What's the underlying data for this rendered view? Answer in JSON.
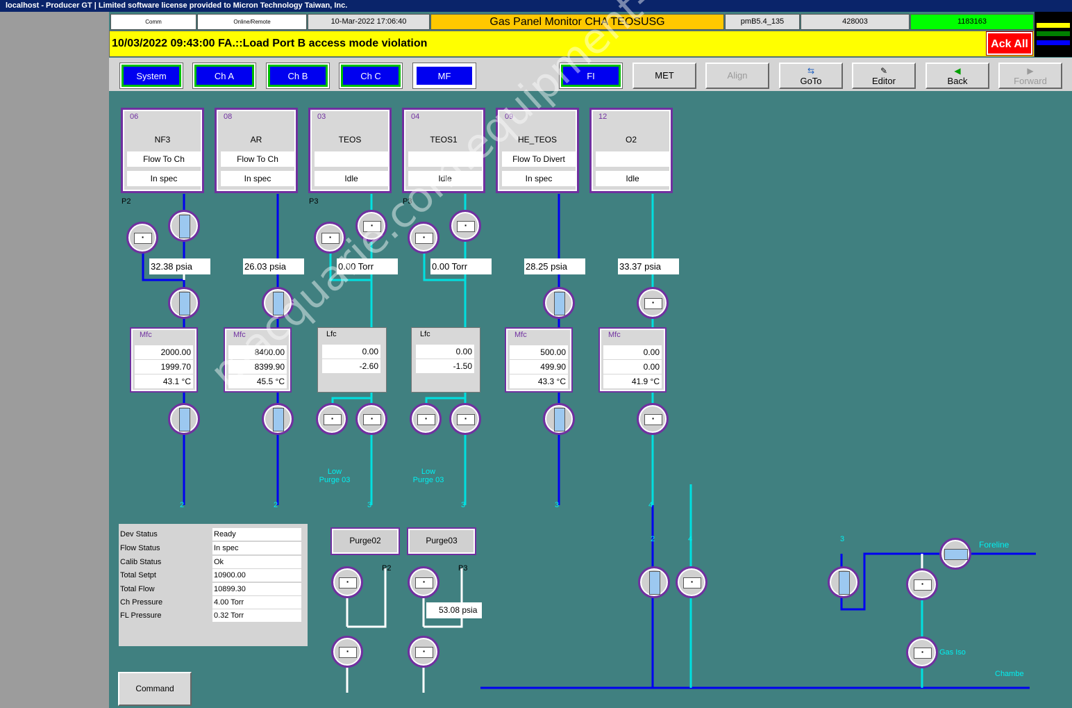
{
  "window": {
    "title": "localhost - Producer GT | Limited software license provided to Micron Technology Taiwan, Inc."
  },
  "header": {
    "comm": "Comm",
    "mode": "Online/Remote",
    "datetime": "10-Mar-2022 17:06:40",
    "title": "Gas Panel Monitor  CHA TEOSUSG",
    "module": "pmB5.4_135",
    "id1": "428003",
    "id2": "1183163"
  },
  "alarm": {
    "text": "10/03/2022 09:43:00 FA.::Load Port B access mode violation",
    "ack_label": "Ack All"
  },
  "nav": {
    "system": "System",
    "cha": "Ch A",
    "chb": "Ch B",
    "chc": "Ch C",
    "mf": "MF",
    "fi": "FI",
    "met": "MET",
    "align": "Align",
    "goto": "GoTo",
    "editor": "Editor",
    "back": "Back",
    "forward": "Forward"
  },
  "gas_lines": [
    {
      "num": "06",
      "name": "NF3",
      "flow": "Flow To Ch",
      "status": "In spec",
      "pressure": "32.38 psia",
      "port": "P2",
      "dest": "2",
      "ctrl": {
        "type": "Mfc",
        "setpoint": "2000.00",
        "actual": "1999.70",
        "temp": "43.1 °C"
      }
    },
    {
      "num": "08",
      "name": "AR",
      "flow": "Flow To Ch",
      "status": "In spec",
      "pressure": "26.03 psia",
      "port": "",
      "dest": "2",
      "ctrl": {
        "type": "Mfc",
        "setpoint": "8400.00",
        "actual": "8399.90",
        "temp": "45.5 °C"
      }
    },
    {
      "num": "03",
      "name": "TEOS",
      "flow": "",
      "status": "Idle",
      "pressure": "0.00 Torr",
      "port": "P3",
      "dest": "3",
      "purge": "Low Purge 03",
      "ctrl": {
        "type": "Lfc",
        "setpoint": "0.00",
        "actual": "-2.60",
        "temp": ""
      }
    },
    {
      "num": "04",
      "name": "TEOS1",
      "flow": "",
      "status": "Idle",
      "pressure": "0.00 Torr",
      "port": "P3",
      "dest": "3",
      "purge": "Low Purge 03",
      "ctrl": {
        "type": "Lfc",
        "setpoint": "0.00",
        "actual": "-1.50",
        "temp": ""
      }
    },
    {
      "num": "09",
      "name": "HE_TEOS",
      "flow": "Flow To Divert",
      "status": "In spec",
      "pressure": "28.25 psia",
      "port": "",
      "dest": "3",
      "ctrl": {
        "type": "Mfc",
        "setpoint": "500.00",
        "actual": "499.90",
        "temp": "43.3 °C"
      }
    },
    {
      "num": "12",
      "name": "O2",
      "flow": "",
      "status": "Idle",
      "pressure": "33.37 psia",
      "port": "",
      "dest": "4",
      "ctrl": {
        "type": "Mfc",
        "setpoint": "0.00",
        "actual": "0.00",
        "temp": "41.9 °C"
      }
    }
  ],
  "status": {
    "dev_status": {
      "label": "Dev Status",
      "value": "Ready"
    },
    "flow_status": {
      "label": "Flow Status",
      "value": "In spec"
    },
    "calib_status": {
      "label": "Calib Status",
      "value": "Ok"
    },
    "total_setpt": {
      "label": "Total Setpt",
      "value": "10900.00"
    },
    "total_flow": {
      "label": "Total Flow",
      "value": "10899.30"
    },
    "ch_pressure": {
      "label": "Ch Pressure",
      "value": "4.00 Torr"
    },
    "fl_pressure": {
      "label": "FL Pressure",
      "value": "0.32 Torr"
    }
  },
  "purge": {
    "purge02": "Purge02",
    "purge03": "Purge03",
    "p2": "P2",
    "p3": "P3",
    "pressure": "53.08 psia"
  },
  "lower": {
    "n2": "2",
    "n4": "4",
    "n3": "3",
    "foreline": "Foreline",
    "gas_iso": "Gas Iso",
    "chamber": "Chambe"
  },
  "command_label": "Command",
  "watermark": "macquarie.com.equipment-trading",
  "colors": {
    "purple": "#7030a0",
    "blue_line": "#0000f0",
    "cyan_line": "#00e0e0",
    "bg": "#408080",
    "alarm": "#ffff00",
    "ok_green": "#00ff00"
  }
}
